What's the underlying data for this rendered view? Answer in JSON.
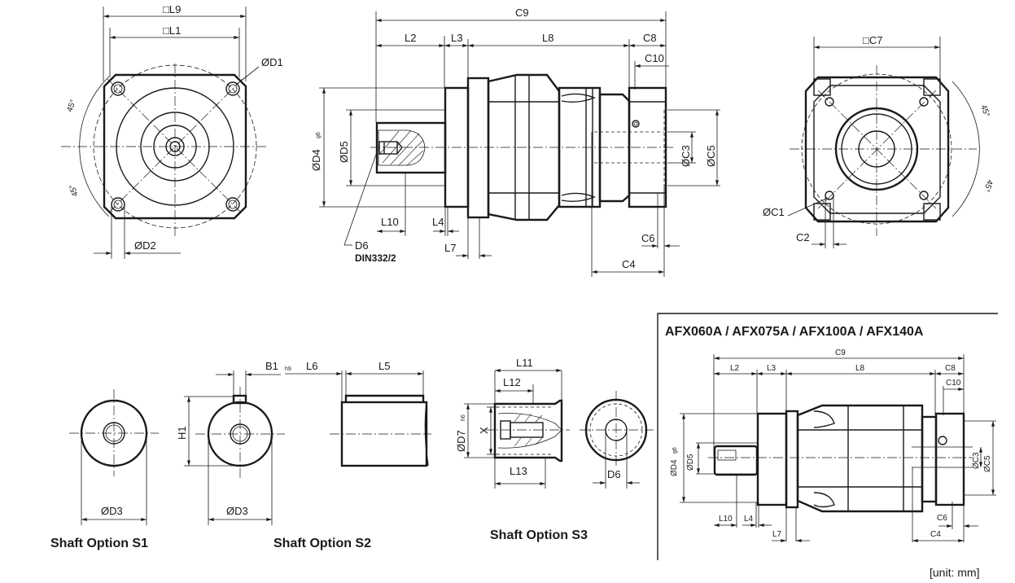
{
  "front_view": {
    "l9": "□L9",
    "l1": "□L1",
    "d1": "ØD1",
    "d2": "ØD2",
    "angle_top": "45°",
    "angle_bottom": "45°"
  },
  "side_view": {
    "c9": "C9",
    "l2": "L2",
    "l3": "L3",
    "l8": "L8",
    "c8": "C8",
    "c10": "C10",
    "d4": "ØD4",
    "d4_tol": "g6",
    "d5": "ØD5",
    "c3": "ØC3",
    "c5": "ØC5",
    "l10": "L10",
    "l4": "L4",
    "l7": "L7",
    "c6": "C6",
    "c4": "C4",
    "d6": "D6",
    "din": "DIN332/2"
  },
  "rear_view": {
    "c7": "□C7",
    "c1": "ØC1",
    "c2": "C2",
    "angle_top": "45°",
    "angle_bottom": "45°"
  },
  "shaft_s1": {
    "d3": "ØD3",
    "caption": "Shaft Option S1"
  },
  "shaft_s2": {
    "b1": "B1",
    "b1_tol": "h9",
    "l6": "L6",
    "l5": "L5",
    "h1": "H1",
    "d3": "ØD3",
    "caption": "Shaft Option S2"
  },
  "shaft_s3": {
    "l11": "L11",
    "l12": "L12",
    "l13": "L13",
    "d7": "ØD7",
    "d7_tol": "h6",
    "x": "X",
    "d6": "D6",
    "caption": "Shaft Option S3"
  },
  "variant_panel": {
    "title": "AFX060A / AFX075A / AFX100A / AFX140A",
    "c9": "C9",
    "l2": "L2",
    "l3": "L3",
    "l8": "L8",
    "c8": "C8",
    "c10": "C10",
    "d4": "ØD4",
    "d4_tol": "g6",
    "d5": "ØD5",
    "c3": "ØC3",
    "c5": "ØC5",
    "l10": "L10",
    "l4": "L4",
    "l7": "L7",
    "c6": "C6",
    "c4": "C4"
  },
  "unit_note": "[unit: mm]"
}
